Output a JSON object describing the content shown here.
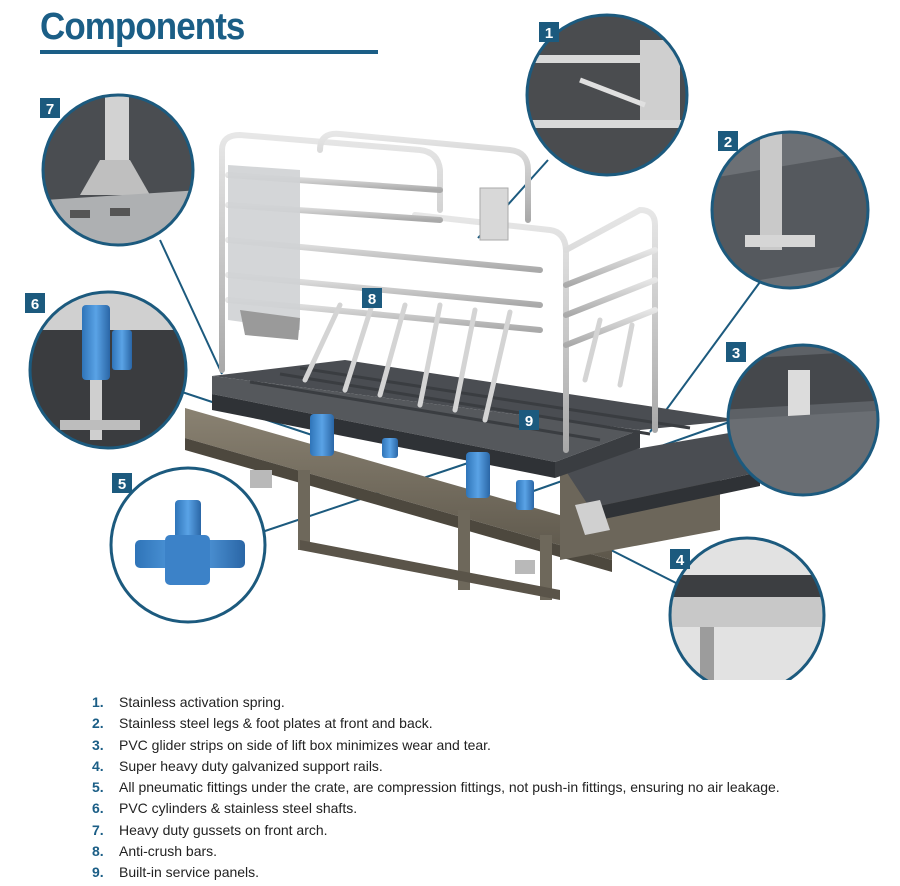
{
  "title": "Components",
  "colors": {
    "accent": "#1b5e86",
    "badge": "#1c5a7e",
    "text": "#222222"
  },
  "badges": [
    "1",
    "2",
    "3",
    "4",
    "5",
    "6",
    "7",
    "8",
    "9"
  ],
  "items": [
    {
      "number": "1.",
      "text": "Stainless activation spring."
    },
    {
      "number": "2.",
      "text": "Stainless steel legs & foot plates at front and back."
    },
    {
      "number": "3.",
      "text": "PVC glider strips on side of lift box minimizes wear and tear."
    },
    {
      "number": "4.",
      "text": "Super heavy duty galvanized support rails."
    },
    {
      "number": "5.",
      "text": "All pneumatic fittings under the crate, are compression fittings, not push-in fittings, ensuring no air leakage."
    },
    {
      "number": "6.",
      "text": "PVC cylinders & stainless steel shafts."
    },
    {
      "number": "7.",
      "text": "Heavy duty gussets on front arch."
    },
    {
      "number": "8.",
      "text": "Anti-crush bars."
    },
    {
      "number": "9.",
      "text": "Built-in service panels."
    }
  ]
}
